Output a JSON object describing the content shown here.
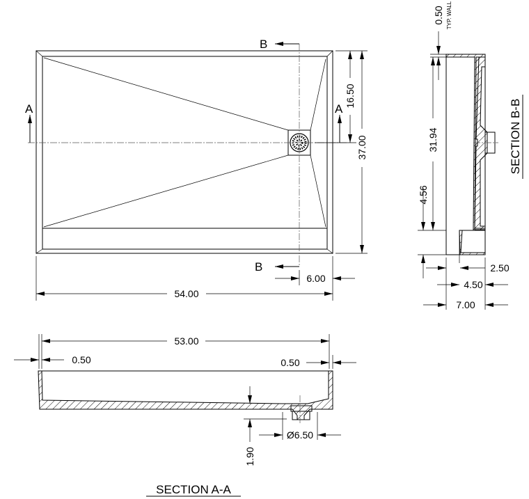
{
  "plan_view": {
    "section_marks": {
      "b_top": "B",
      "b_bottom": "B",
      "a_left": "A",
      "a_right": "A"
    },
    "dimensions": {
      "drain_offset_y": "16.50",
      "overall_width": "37.00",
      "drain_offset_x": "6.00",
      "overall_length": "54.00"
    }
  },
  "section_b_b": {
    "title": "SECTION B-B",
    "dimensions": {
      "wall": "0.50",
      "wall_note": "TYP. WALL",
      "inner_length": "31.94",
      "bench_width": "4.56",
      "bench_height": "2.50",
      "floor_height": "4.50",
      "overall_height": "7.00"
    }
  },
  "section_a_a": {
    "title": "SECTION A-A",
    "dimensions": {
      "inner_length": "53.00",
      "left_wall": "0.50",
      "right_wall": "0.50",
      "floor_thickness": "1.90",
      "drain_diameter": "Ø6.50"
    }
  }
}
